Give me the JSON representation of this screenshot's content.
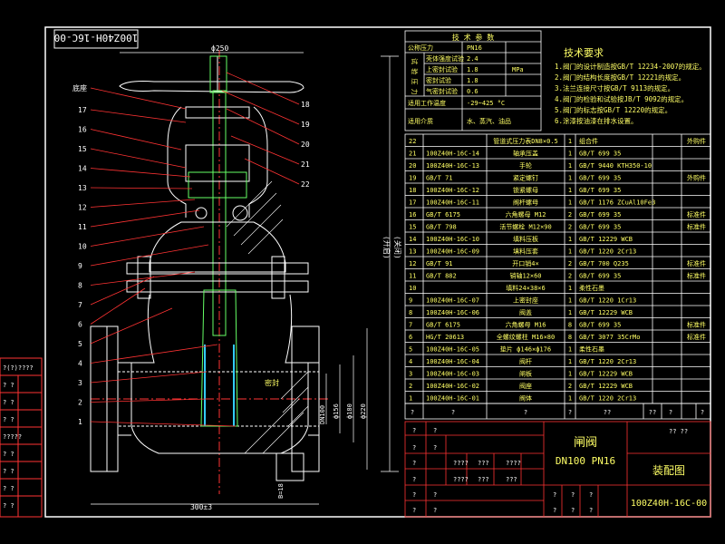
{
  "title_block": {
    "drawing_number_top": "100Z40H-16C-00",
    "product_name": "闸阀",
    "spec": "DN100  PN16",
    "drawing_type": "装配图",
    "drawing_number": "100Z40H-16C-00",
    "grid_placeholders": [
      "?",
      "??",
      "???",
      "????",
      "?? ??"
    ]
  },
  "left_margin_labels": [
    "?(?)????",
    "?  ?",
    "?  ?",
    "?  ?",
    "?????",
    "?  ?",
    "?  ?",
    "?  ?",
    "?  ?"
  ],
  "tech_params": {
    "header": "技 术 参 数",
    "rows": [
      {
        "label": "公称压力",
        "value": "PN16"
      },
      {
        "label": "壳体强度试验",
        "value": "2.4"
      },
      {
        "label": "上密封试验",
        "value": "1.8"
      },
      {
        "label": "密封试验",
        "value": "1.8"
      },
      {
        "label": "气密封试验",
        "value": "0.6"
      },
      {
        "label": "适用工作温度",
        "value": "-29~425 °C"
      },
      {
        "label": "适用介质",
        "value": "水、蒸汽、油品"
      }
    ],
    "group_label": "试 验 压 力",
    "unit": "MPa"
  },
  "tech_requirements": {
    "title": "技术要求",
    "items": [
      "1.阀门的设计制造按GB/T 12234-2007的规定。",
      "2.阀门的结构长度按GB/T 12221的规定。",
      "3.法兰连接尺寸按GB/T 9113的规定。",
      "4.阀门的检验和试验按JB/T 9092的规定。",
      "5.阀门的标志按GB/T 12220的规定。",
      "6.涂漆按油漆在排水设置。"
    ]
  },
  "bom": [
    {
      "no": "22",
      "code": "",
      "name": "管道式压力表DN8×0.5",
      "qty": "1",
      "material": "组合件",
      "note": "外购件"
    },
    {
      "no": "21",
      "code": "100Z40H-16C-14",
      "name": "轴承压盖",
      "qty": "1",
      "material": "GB/T 699   35",
      "note": ""
    },
    {
      "no": "20",
      "code": "100Z40H-16C-13",
      "name": "手轮",
      "qty": "1",
      "material": "GB/T 9440 KTH350-10",
      "note": ""
    },
    {
      "no": "19",
      "code": "GB/T 71",
      "name": "紧定螺钉",
      "qty": "1",
      "material": "GB/T 699   35",
      "note": "外购件"
    },
    {
      "no": "18",
      "code": "100Z40H-16C-12",
      "name": "锁紧螺母",
      "qty": "1",
      "material": "GB/T 699   35",
      "note": ""
    },
    {
      "no": "17",
      "code": "100Z40H-16C-11",
      "name": "阀杆螺母",
      "qty": "1",
      "material": "GB/T 1176 ZCuAl10Fe3",
      "note": ""
    },
    {
      "no": "16",
      "code": "GB/T 6175",
      "name": "六角螺母 M12",
      "qty": "2",
      "material": "GB/T 699   35",
      "note": "标准件"
    },
    {
      "no": "15",
      "code": "GB/T 798",
      "name": "活节螺栓 M12×90",
      "qty": "2",
      "material": "GB/T 699   35",
      "note": "标准件"
    },
    {
      "no": "14",
      "code": "100Z40H-16C-10",
      "name": "填料压板",
      "qty": "1",
      "material": "GB/T 12229  WCB",
      "note": ""
    },
    {
      "no": "13",
      "code": "100Z40H-16C-09",
      "name": "填料压套",
      "qty": "1",
      "material": "GB/T 1220  2Cr13",
      "note": ""
    },
    {
      "no": "12",
      "code": "GB/T 91",
      "name": "开口销4×",
      "qty": "2",
      "material": "GB/T 700  Q235",
      "note": "标准件"
    },
    {
      "no": "11",
      "code": "GB/T 882",
      "name": "销轴12×60",
      "qty": "2",
      "material": "GB/T 699   35",
      "note": "标准件"
    },
    {
      "no": "10",
      "code": "",
      "name": "填料24×38×6",
      "qty": "1",
      "material": "柔性石墨",
      "note": ""
    },
    {
      "no": "9",
      "code": "100Z40H-16C-07",
      "name": "上密封座",
      "qty": "1",
      "material": "GB/T 1220  1Cr13",
      "note": ""
    },
    {
      "no": "8",
      "code": "100Z40H-16C-06",
      "name": "阀盖",
      "qty": "1",
      "material": "GB/T 12229  WCB",
      "note": ""
    },
    {
      "no": "7",
      "code": "GB/T 6175",
      "name": "六角螺母 M16",
      "qty": "8",
      "material": "GB/T 699   35",
      "note": "标准件"
    },
    {
      "no": "6",
      "code": "HG/T 20613",
      "name": "全螺纹螺柱 M16×80",
      "qty": "8",
      "material": "GB/T 3077  35CrMo",
      "note": "标准件"
    },
    {
      "no": "5",
      "code": "100Z40H-16C-05",
      "name": "垫片 ф146×ф176",
      "qty": "1",
      "material": "柔性石墨",
      "note": ""
    },
    {
      "no": "4",
      "code": "100Z40H-16C-04",
      "name": "阀杆",
      "qty": "1",
      "material": "GB/T 1220  2Cr13",
      "note": ""
    },
    {
      "no": "3",
      "code": "100Z40H-16C-03",
      "name": "闸板",
      "qty": "1",
      "material": "GB/T 12229  WCB",
      "note": ""
    },
    {
      "no": "2",
      "code": "100Z40H-16C-02",
      "name": "阀座",
      "qty": "2",
      "material": "GB/T 12229  WCB",
      "note": ""
    },
    {
      "no": "1",
      "code": "100Z40H-16C-01",
      "name": "阀体",
      "qty": "1",
      "material": "GB/T 1220  2Cr13",
      "note": ""
    }
  ],
  "bom_footer": [
    "?",
    "?",
    "?",
    "?",
    "??",
    "??",
    "?",
    "?"
  ],
  "callouts_left": [
    "底座",
    "17",
    "16",
    "15",
    "14",
    "13",
    "12",
    "11",
    "10",
    "9",
    "8",
    "7",
    "6",
    "5",
    "4",
    "3",
    "2",
    "1"
  ],
  "callouts_right": [
    "18",
    "19",
    "20",
    "21",
    "22"
  ],
  "dims": {
    "handwheel_dia": "ф250",
    "open_height": "(开启)",
    "open_height_alt": "(关闭)",
    "length": "300±3",
    "flange_dims": [
      "DN100",
      "ф156",
      "ф180",
      "ф220"
    ],
    "b_dim": "B=18",
    "mid_label": "密封"
  }
}
